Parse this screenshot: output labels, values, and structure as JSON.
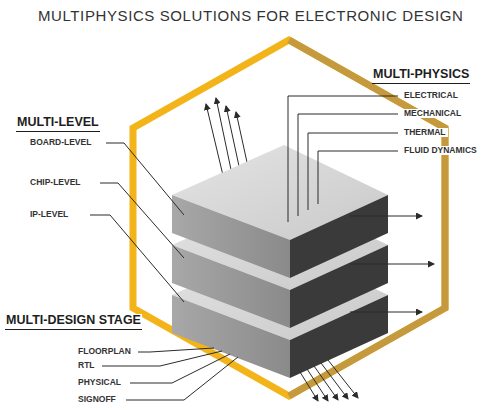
{
  "diagram": {
    "title": "MULTIPHYSICS SOLUTIONS FOR ELECTRONIC DESIGN",
    "labels": [
      "MULTI-LEVEL",
      "BOARD-LEVEL",
      "CHIP-LEVEL",
      "IP-LEVEL",
      "MULTI-PHYSICS",
      "ELECTRICAL",
      "MECHANICAL",
      "THERMAL",
      "FLUID DYNAMICS",
      "MULTI-DESIGN STAGE",
      "FLOORPLAN",
      "RTL",
      "PHYSICAL",
      "SIGNOFF"
    ]
  }
}
